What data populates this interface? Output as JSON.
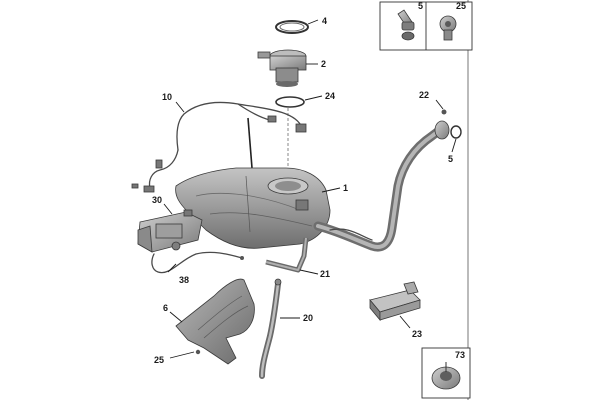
{
  "diagram": {
    "callouts": {
      "c1": "1",
      "c2": "2",
      "c4": "4",
      "c5a": "5",
      "c5b": "5",
      "c6": "6",
      "c10": "10",
      "c20": "20",
      "c21": "21",
      "c22": "22",
      "c23": "23",
      "c24": "24",
      "c25a": "25",
      "c25b": "25",
      "c30": "30",
      "c38": "38",
      "c73": "73"
    },
    "colors": {
      "tank": "#8a8a8a",
      "metal": "#9c9c9c",
      "line": "#3a3a3a",
      "frame": "#333333"
    }
  }
}
